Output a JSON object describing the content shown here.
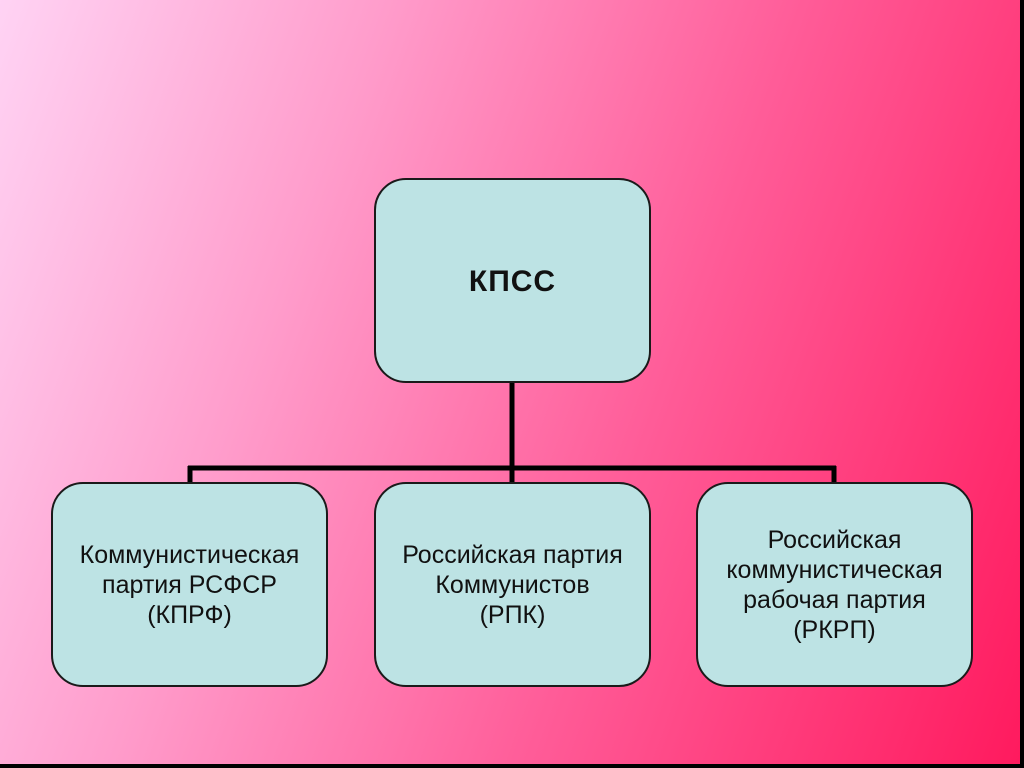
{
  "diagram": {
    "colors": {
      "box_fill": "#bde3e4",
      "box_border": "#1a1a1a",
      "connector": "#000000",
      "background_start": "#ffd3f4",
      "background_end": "#ff1a5e"
    },
    "root": {
      "label": "КПСС"
    },
    "children": [
      {
        "label": "Коммунистическая\nпартия РСФСР\n(КПРФ)"
      },
      {
        "label": "Российская партия\nКоммунистов\n(РПК)"
      },
      {
        "label": "Российская\nкоммунистическая\nрабочая партия\n(РКРП)"
      }
    ]
  }
}
